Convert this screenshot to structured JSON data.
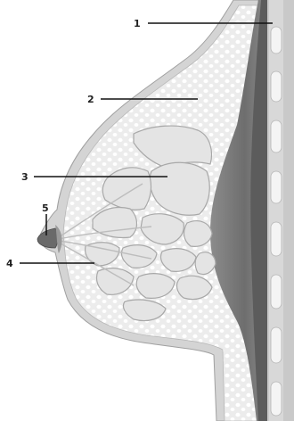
{
  "colors": {
    "background": "#ffffff",
    "skin": "#d6d6d6",
    "fat": "#ececec",
    "gland": "#e3e3e3",
    "muscle": "#7e7e7e",
    "chest_wall": "#c6c6c6",
    "rib": "#f5f5f5",
    "nipple": "#6a6a6a",
    "outline": "#9a9a9a",
    "leader": "#111111"
  },
  "labels": [
    {
      "id": "1",
      "text": "1"
    },
    {
      "id": "2",
      "text": "2"
    },
    {
      "id": "3",
      "text": "3"
    },
    {
      "id": "4",
      "text": "4"
    },
    {
      "id": "5",
      "text": "5"
    }
  ]
}
